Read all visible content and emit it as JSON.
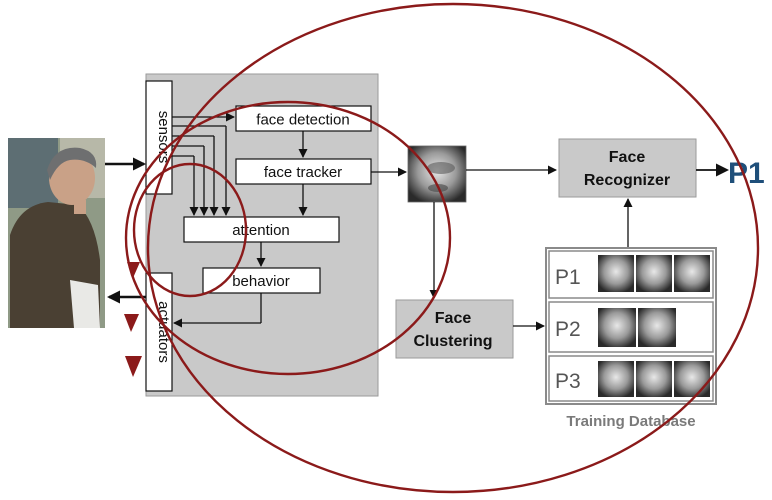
{
  "colors": {
    "panel": "#c9c9c9",
    "panel_border": "#9a9a9a",
    "loop": "#8b1a1a",
    "arrow": "#111111",
    "p1_output": "#1f4f7a",
    "db_border": "#8a8a8a",
    "db_label": "#7a7a7a"
  },
  "icons": {
    "person": "person-photo",
    "face_crop": "face-photo",
    "thumbnails": "face-thumbnail"
  },
  "robot": {
    "sensors_label": "sensors",
    "actuators_label": "actuators",
    "face_detection": "face detection",
    "face_tracker": "face tracker",
    "attention": "attention",
    "behavior": "behavior"
  },
  "recognizer": {
    "line1": "Face",
    "line2": "Recognizer"
  },
  "clustering": {
    "line1": "Face",
    "line2": "Clustering"
  },
  "output_label": "P1",
  "database": {
    "caption": "Training Database",
    "rows": [
      {
        "label": "P1",
        "faces": 3
      },
      {
        "label": "P2",
        "faces": 2
      },
      {
        "label": "P3",
        "faces": 3
      }
    ]
  }
}
